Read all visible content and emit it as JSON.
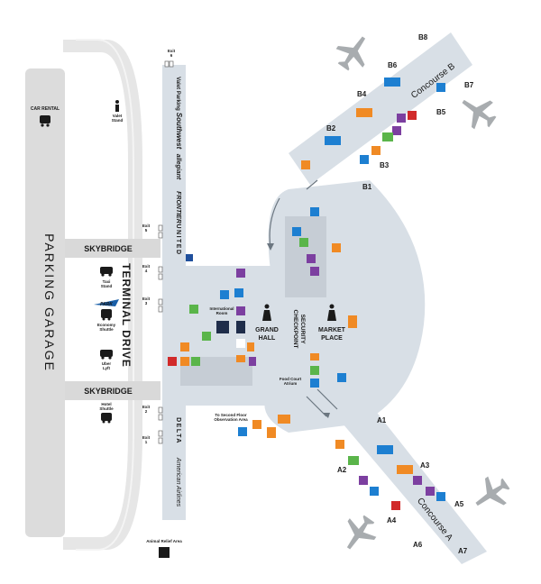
{
  "labels": {
    "parking_garage": "PARKING GARAGE",
    "terminal_drive": "TERMINAL DRIVE",
    "skybridge": "SKYBRIDGE",
    "car_rental": "CAR RENTAL",
    "grand_hall": [
      "GRAND",
      "HALL"
    ],
    "security_checkpoint": [
      "SECURITY",
      "CHECKPOINT"
    ],
    "market_place": [
      "MARKET",
      "PLACE"
    ],
    "concourse_a": "Concourse A",
    "concourse_b": "Concourse B",
    "valet_stand": [
      "Valet",
      "Stand"
    ],
    "taxi_stand": [
      "Taxi",
      "Stand"
    ],
    "economy_shuttle": [
      "Economy",
      "Shuttle"
    ],
    "uber_lyft": [
      "Uber",
      "Lyft"
    ],
    "hotel_shuttle": [
      "Hotel",
      "Shuttle"
    ],
    "international_room": [
      "International",
      "Room"
    ],
    "second_floor": [
      "To Second Floor",
      "Observation Area"
    ],
    "animal_relief": "Animal Relief Area",
    "food_court": [
      "Food Court",
      "Atrium"
    ]
  },
  "exits": [
    {
      "label": "Exit",
      "num": "6"
    },
    {
      "label": "Exit",
      "num": "5"
    },
    {
      "label": "Exit",
      "num": "4"
    },
    {
      "label": "Exit",
      "num": "3"
    },
    {
      "label": "Exit",
      "num": "2"
    },
    {
      "label": "Exit",
      "num": "1"
    }
  ],
  "airlines": [
    {
      "name": "Valet Parking",
      "color": "#1a1a1a"
    },
    {
      "name": "Southwest",
      "color": "#2b4c9b"
    },
    {
      "name": "allegiant",
      "color": "#1a5fa8"
    },
    {
      "name": "FRONTIER",
      "color": "#1e7a3c"
    },
    {
      "name": "UNITED",
      "color": "#1f4f9c"
    },
    {
      "name": "DELTA",
      "color": "#b0182f"
    },
    {
      "name": "American Airlines",
      "color": "#2b5aa8"
    }
  ],
  "gates_b": [
    "B1",
    "B2",
    "B3",
    "B4",
    "B5",
    "B6",
    "B7",
    "B8"
  ],
  "gates_a": [
    "A1",
    "A2",
    "A3",
    "A4",
    "A5",
    "A6",
    "A7"
  ],
  "colors": {
    "terminal": "#d8dfe6",
    "road": "#e8e8e8",
    "garage": "#dcdcdc",
    "skybridge": "#d9d9d9",
    "restroom": "#1d7fd1",
    "food": "#f08a24",
    "retail": "#7c3fa0",
    "info": "#5ab54a",
    "aed": "#d12a2a",
    "plane": "#a8acaf"
  }
}
